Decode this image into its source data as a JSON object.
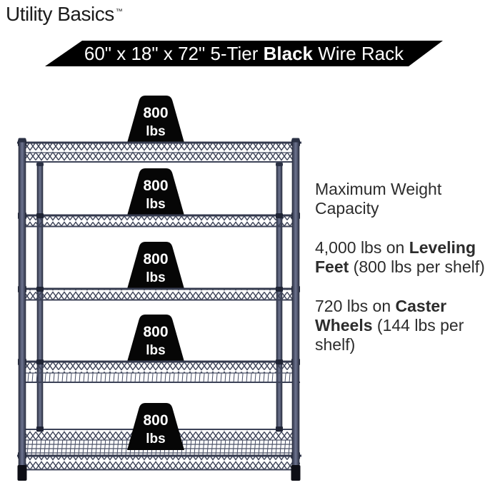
{
  "brand": {
    "name": "Utility Basics",
    "trademark": "™"
  },
  "banner": {
    "prefix": "60\" x 18\" x 72\" 5-Tier ",
    "bold": "Black",
    "suffix": " Wire Rack",
    "bg_color": "#000000",
    "text_color": "#ffffff"
  },
  "rack": {
    "tier_count": "5",
    "weight_label": {
      "value": "800",
      "unit": "lbs"
    },
    "wire_color": "#3c4257",
    "weight_badge_color": "#060606",
    "foot_color": "#0d0e15"
  },
  "specs": {
    "heading": "Maximum Weight Capacity",
    "items": [
      {
        "prefix": "4,000 lbs on ",
        "bold": "Leveling Feet",
        "suffix": " (800 lbs per shelf)"
      },
      {
        "prefix": "720 lbs on ",
        "bold": "Caster Wheels",
        "suffix": " (144 lbs per shelf)"
      }
    ],
    "text_color": "#2c2c2c"
  }
}
